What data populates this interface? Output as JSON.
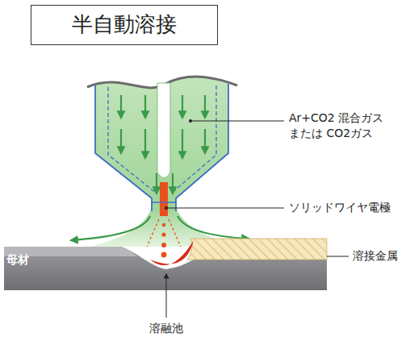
{
  "diagram": {
    "title": "半自動溶接",
    "labels": [
      "Ar+CO2 混合ガス または CO2ガス",
      "ソリッドワイヤ電極",
      "溶接金属",
      "母材",
      "溶融池"
    ]
  }
}
